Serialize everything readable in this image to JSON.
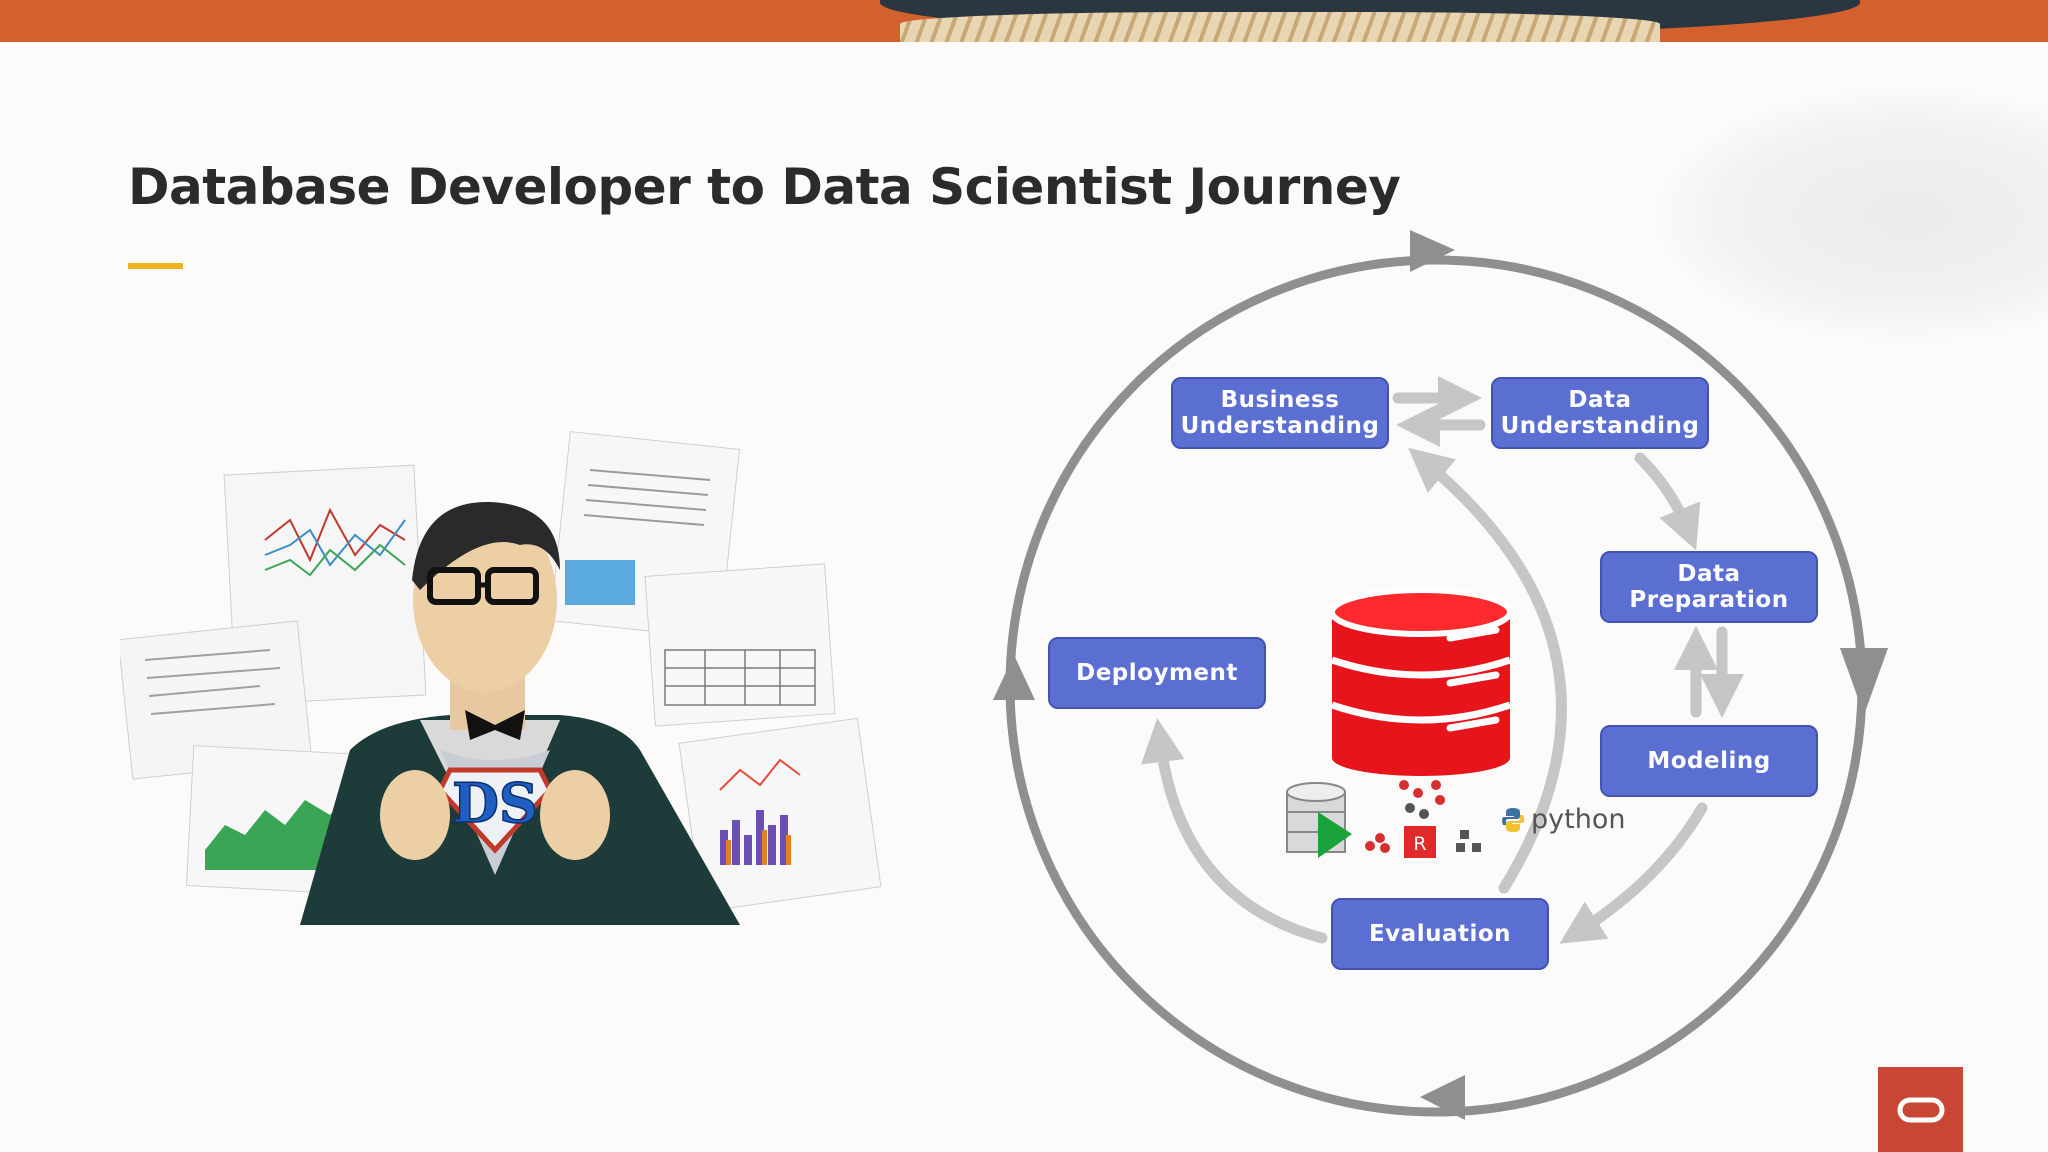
{
  "slide": {
    "title": "Database Developer to Data Scientist Journey"
  },
  "hero": {
    "badge_text": "DS"
  },
  "lifecycle": {
    "steps": [
      {
        "id": "business",
        "label": "Business\nUnderstanding"
      },
      {
        "id": "data-understanding",
        "label": "Data\nUnderstanding"
      },
      {
        "id": "data-preparation",
        "label": "Data\nPreparation"
      },
      {
        "id": "modeling",
        "label": "Modeling"
      },
      {
        "id": "evaluation",
        "label": "Evaluation"
      },
      {
        "id": "deployment",
        "label": "Deployment"
      }
    ],
    "center_icons": {
      "r_badge": "R",
      "python_label": "python"
    }
  },
  "colors": {
    "step_fill": "#5b6fd3",
    "cycle_gray": "#8f8f8f",
    "arrow_gray": "#c6c6c6",
    "database_red": "#e8141c",
    "accent_yellow": "#f0b323",
    "oracle_red": "#c74634"
  },
  "icons": [
    "database-icon",
    "r-icon",
    "python-icon",
    "oracle-logo-icon"
  ]
}
